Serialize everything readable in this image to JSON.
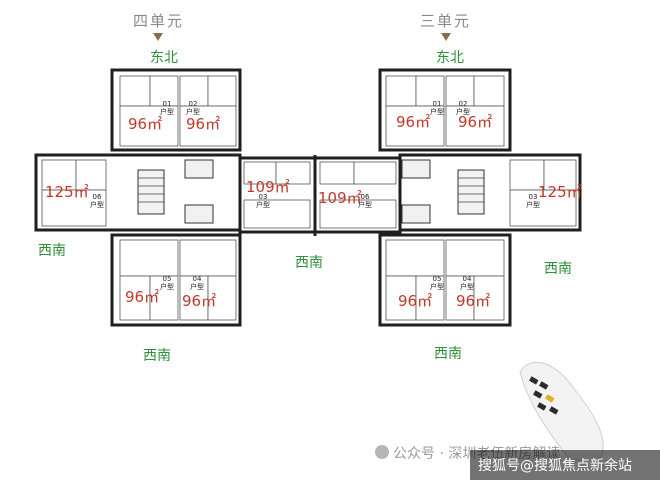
{
  "units": [
    {
      "title": "四单元",
      "direction_top": "东北"
    },
    {
      "title": "三单元",
      "direction_top": "东北"
    }
  ],
  "directions": {
    "west_left": "西南",
    "center": "西南",
    "east_right": "西南",
    "bottom_left": "西南",
    "bottom_right": "西南"
  },
  "apartments": {
    "u4_01": {
      "no": "01",
      "type": "户型",
      "area": "96㎡"
    },
    "u4_02": {
      "no": "02",
      "type": "户型",
      "area": "96㎡"
    },
    "u4_06": {
      "no": "06",
      "type": "户型",
      "area": "125㎡"
    },
    "u4_03": {
      "no": "03",
      "type": "户型",
      "area": "109㎡"
    },
    "u4_05": {
      "no": "05",
      "type": "户型",
      "area": "96㎡"
    },
    "u4_04": {
      "no": "04",
      "type": "户型",
      "area": "96㎡"
    },
    "u3_06": {
      "no": "06",
      "type": "户型",
      "area": "109㎡"
    },
    "u3_01": {
      "no": "01",
      "type": "户型",
      "area": "96㎡"
    },
    "u3_02": {
      "no": "02",
      "type": "户型",
      "area": "96㎡"
    },
    "u3_03": {
      "no": "03",
      "type": "户型",
      "area": "125㎡"
    },
    "u3_05": {
      "no": "05",
      "type": "户型",
      "area": "96㎡"
    },
    "u3_04": {
      "no": "04",
      "type": "户型",
      "area": "96㎡"
    }
  },
  "watermark": {
    "line1": "公众号 · 深圳老伍新房解读",
    "line2": "搜狐号@搜狐焦点新余站"
  },
  "colors": {
    "direction": "#2f8f3a",
    "area": "#c0392b",
    "wall": "#1f1f1f"
  }
}
